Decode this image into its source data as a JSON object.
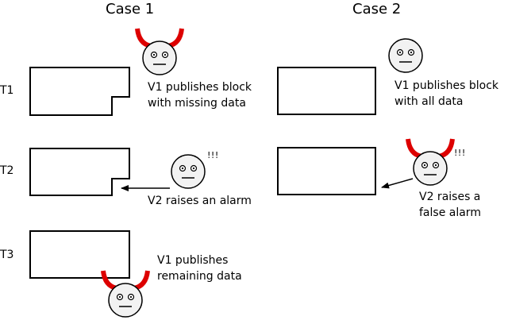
{
  "colors": {
    "background": "#ffffff",
    "stroke": "#000000",
    "horns": "#dd0000",
    "face": "#f2f2f2"
  },
  "cases": [
    {
      "title": "Case 1"
    },
    {
      "title": "Case 2"
    }
  ],
  "time_labels": [
    "T1",
    "T2",
    "T3"
  ],
  "captions": {
    "case1_t1": "V1 publishes block\nwith missing data",
    "case1_t2": "V2 raises an alarm",
    "case1_t3": "V1 publishes\nremaining data",
    "case2_t1": "V1 publishes block\nwith all data",
    "case2_t2": "V2 raises a\nfalse alarm"
  },
  "exclamation": "!!!",
  "icons": {
    "malicious_validator": "devil-face-icon",
    "honest_validator": "neutral-face-icon"
  }
}
